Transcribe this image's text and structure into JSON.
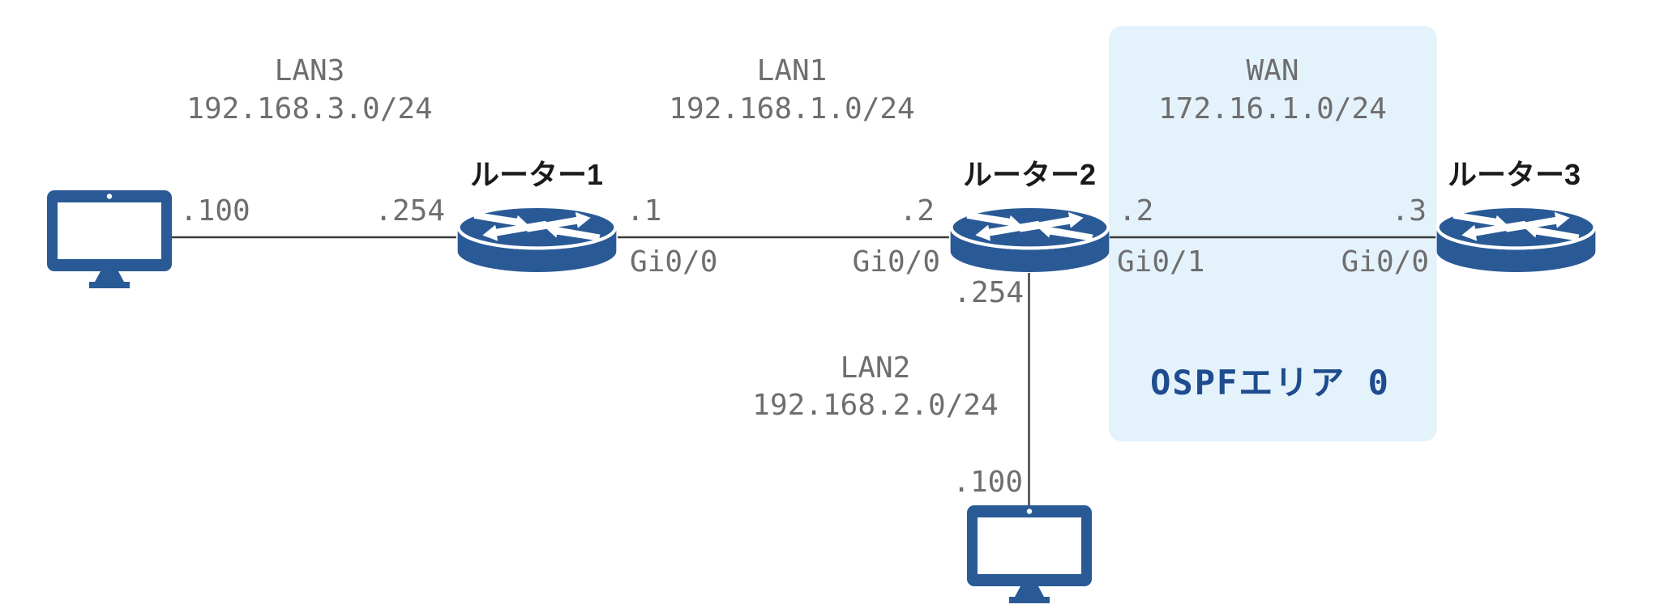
{
  "diagram_type": "network-topology",
  "colors": {
    "device_blue": "#2A5A96",
    "ospf_area_fill": "#E4F2FB",
    "ospf_area_text": "#1F4C8F",
    "label_gray": "#6E6E6E",
    "label_black": "#1A1A1A",
    "wire": "#3A3A3A"
  },
  "networks": {
    "lan3": {
      "name": "LAN3",
      "subnet": "192.168.3.0/24"
    },
    "lan1": {
      "name": "LAN1",
      "subnet": "192.168.1.0/24"
    },
    "wan": {
      "name": "WAN",
      "subnet": "172.16.1.0/24",
      "area_label": "OSPFエリア 0"
    },
    "lan2": {
      "name": "LAN2",
      "subnet": "192.168.2.0/24"
    }
  },
  "devices": {
    "router1": {
      "name": "ルーター1"
    },
    "router2": {
      "name": "ルーター2"
    },
    "router3": {
      "name": "ルーター3"
    },
    "pc1": {
      "type": "pc"
    },
    "pc2": {
      "type": "pc"
    }
  },
  "interfaces": {
    "pc1_lan3_ip": ".100",
    "r1_lan3_ip": ".254",
    "r1_lan1_ip": ".1",
    "r1_lan1_port": "Gi0/0",
    "r2_lan1_ip": ".2",
    "r2_lan1_port": "Gi0/0",
    "r2_wan_ip": ".2",
    "r2_wan_port": "Gi0/1",
    "r2_lan2_ip": ".254",
    "r3_wan_ip": ".3",
    "r3_wan_port": "Gi0/0",
    "pc2_lan2_ip": ".100"
  }
}
